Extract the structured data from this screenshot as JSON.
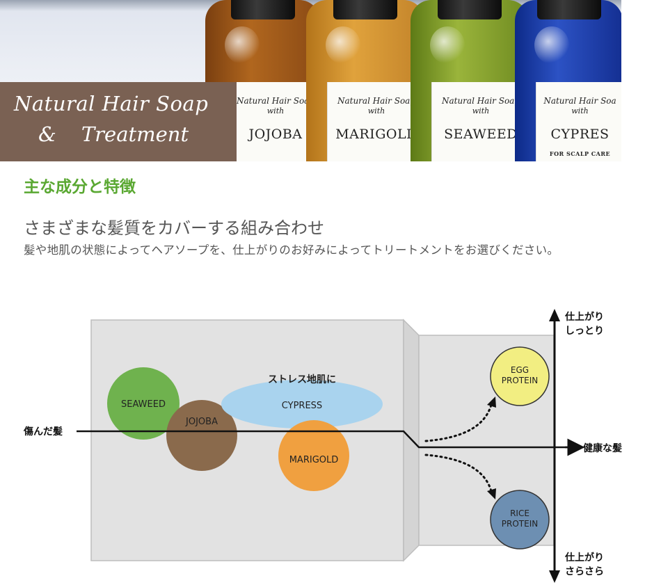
{
  "banner": {
    "title_line1": "Natural Hair Soap",
    "title_amp": "&",
    "title_line2": "Treatment",
    "bottles": [
      {
        "line1": "Natural Hair Soap",
        "line2": "with",
        "name": "JOJOBA",
        "note": ""
      },
      {
        "line1": "Natural Hair Soap",
        "line2": "with",
        "name": "MARIGOLD",
        "note": ""
      },
      {
        "line1": "Natural Hair Soap",
        "line2": "with",
        "name": "SEAWEED",
        "note": ""
      },
      {
        "line1": "Natural Hair Soa",
        "line2": "with",
        "name": "CYPRES",
        "note": "FOR SCALP CARE"
      }
    ]
  },
  "section_title": "主な成分と特徴",
  "subtitle": "さまざまな髪質をカバーする組み合わせ",
  "description": "髪や地肌の状態によってヘアソープを、仕上がりのお好みによってトリートメントをお選びください。",
  "diagram": {
    "left_axis_label": "傷んだ髪",
    "right_axis_label": "健康な髪",
    "top_axis_label_line1": "仕上がり",
    "top_axis_label_line2": "しっとり",
    "bottom_axis_label_line1": "仕上がり",
    "bottom_axis_label_line2": "さらさら",
    "stress_label": "ストレス地肌に",
    "soaps": {
      "seaweed": "SEAWEED",
      "jojoba": "JOJOBA",
      "cypress": "CYPRESS",
      "marigold": "MARIGOLD"
    },
    "treatments": {
      "egg_line1": "EGG",
      "egg_line2": "PROTEIN",
      "rice_line1": "RICE",
      "rice_line2": "PROTEIN"
    },
    "colors": {
      "seaweed": "#6fb24e",
      "jojoba": "#8a6a4c",
      "cypress": "#a9d3ee",
      "marigold": "#f0a040",
      "egg": "#f2ee82",
      "rice": "#6d8fb2",
      "panel": "#e2e2e2"
    }
  }
}
